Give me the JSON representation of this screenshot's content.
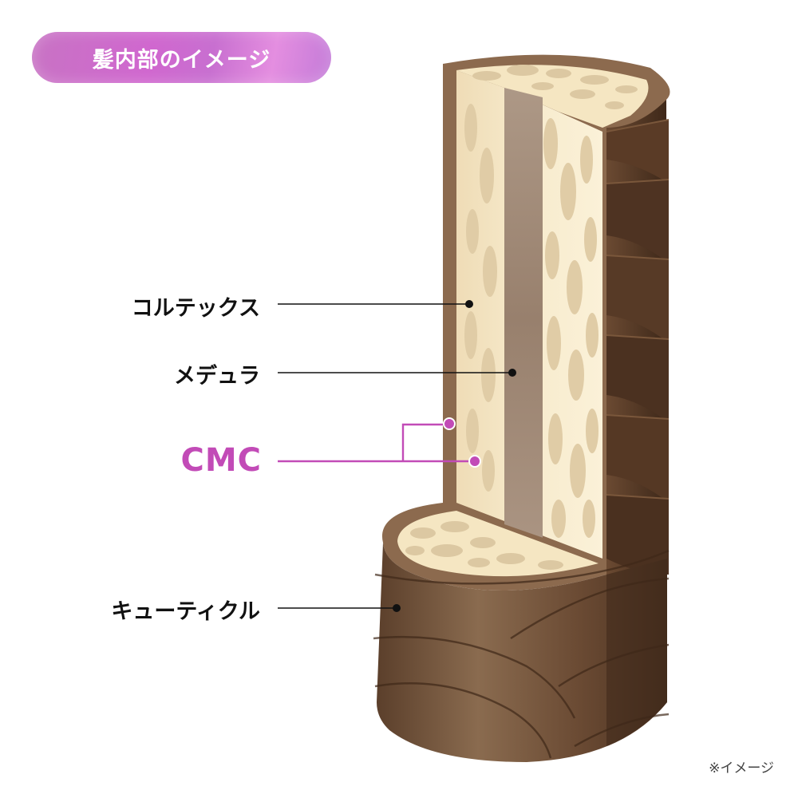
{
  "title": "髪内部のイメージ",
  "labels": {
    "cortex": "コルテックス",
    "medulla": "メデュラ",
    "cmc": "CMC",
    "cuticle": "キューティクル"
  },
  "note": "※イメージ",
  "colors": {
    "title_pill": "#d067cf",
    "cmc_accent": "#c24bb7",
    "cuticle_dark": "#5a3c28",
    "cuticle_light": "#8a6a4e",
    "cortex_fill": "#f3e6c4",
    "cortex_cells": "#dcc9a3",
    "medulla_fill": "#a18a78",
    "leader_line": "#111111"
  }
}
